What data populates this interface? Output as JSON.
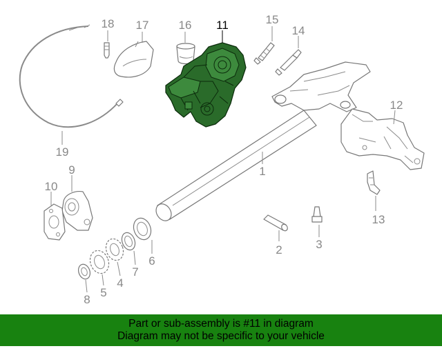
{
  "callouts": {
    "c1": "1",
    "c2": "2",
    "c3": "3",
    "c4": "4",
    "c5": "5",
    "c6": "6",
    "c7": "7",
    "c8": "8",
    "c9": "9",
    "c10": "10",
    "c11": "11",
    "c12": "12",
    "c13": "13",
    "c14": "14",
    "c15": "15",
    "c16": "16",
    "c17": "17",
    "c18": "18",
    "c19": "19"
  },
  "highlighted_part": "11",
  "banner": {
    "line1": "Part or sub-assembly is #11 in diagram",
    "line2": "Diagram may not be specific to your vehicle"
  },
  "colors": {
    "banner_bg": "#188210",
    "highlight": "#2a6b2a",
    "line_art": "#777777",
    "callout_text": "#888888"
  }
}
